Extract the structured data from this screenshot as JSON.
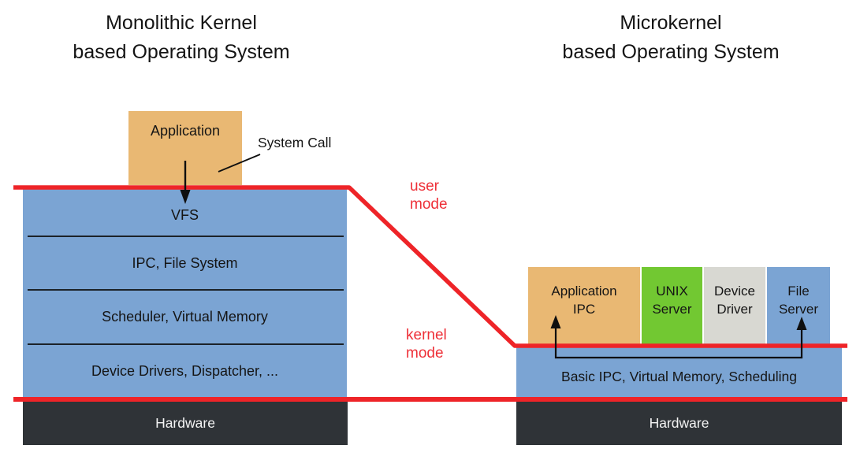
{
  "left": {
    "title": [
      "Monolithic Kernel",
      "based Operating System"
    ],
    "application": "Application",
    "system_call": "System Call",
    "layers": [
      "VFS",
      "IPC, File System",
      "Scheduler, Virtual Memory",
      "Device Drivers, Dispatcher, ..."
    ],
    "hardware": "Hardware"
  },
  "boundary": {
    "user_mode": [
      "user",
      "mode"
    ],
    "kernel_mode": [
      "kernel",
      "mode"
    ]
  },
  "right": {
    "title": [
      "Microkernel",
      "based Operating System"
    ],
    "servers": [
      [
        "Application",
        "IPC"
      ],
      [
        "UNIX",
        "Server"
      ],
      [
        "Device",
        "Driver"
      ],
      [
        "File",
        "Server"
      ]
    ],
    "kernel": "Basic IPC, Virtual Memory, Scheduling",
    "hardware": "Hardware"
  },
  "colors": {
    "application_orange": "#e9b873",
    "kernel_blue": "#7ba4d3",
    "unix_server_green": "#72c832",
    "device_driver_gray": "#d8d8d2",
    "hardware_dark": "#2f3337",
    "boundary_red": "#ee2428",
    "text_dark": "#151515"
  }
}
